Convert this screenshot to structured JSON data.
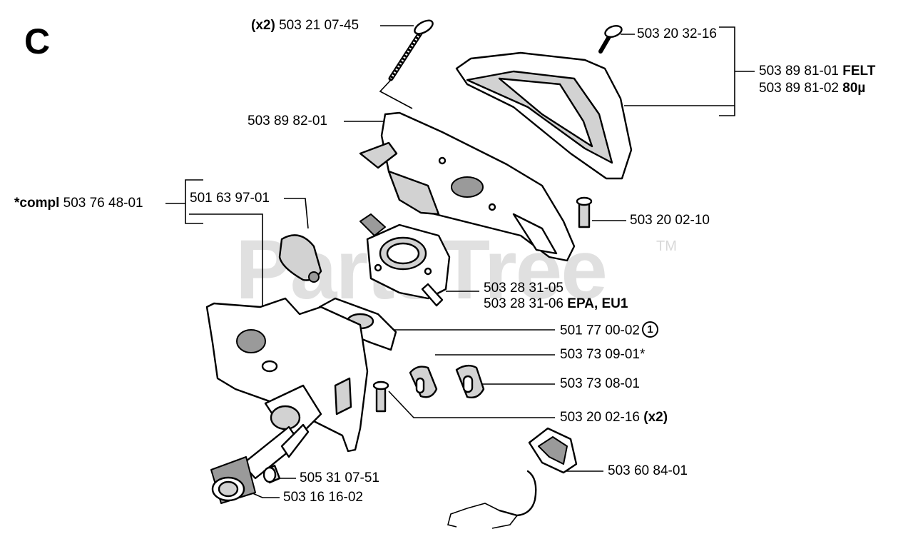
{
  "section_letter": "C",
  "watermark": {
    "text": "PartsTree",
    "tm": "TM"
  },
  "labels": {
    "screw_long": {
      "prefix": "(x2)",
      "number": "503 21 07-45"
    },
    "screw_top": {
      "number": "503 20 32-16"
    },
    "filter_felt": {
      "number": "503 89 81-01",
      "suffix": "FELT"
    },
    "filter_80": {
      "number": "503 89 81-02",
      "suffix": "80µ"
    },
    "filter_holder": {
      "number": "503 89 82-01"
    },
    "compl": {
      "prefix": "*compl",
      "number": "503 76 48-01"
    },
    "choke_part": {
      "number": "501 63 97-01"
    },
    "screw_mid": {
      "number": "503 20 02-10"
    },
    "carb_1": {
      "number": "503 28 31-05"
    },
    "carb_2": {
      "number": "503 28 31-06",
      "suffix": "EPA, EU1"
    },
    "gasket": {
      "number": "501 77 00-02",
      "circle": "1"
    },
    "grommet_1": {
      "number": "503 73 09-01*"
    },
    "grommet_2": {
      "number": "503 73 08-01"
    },
    "screw_bottom": {
      "number": "503 20 02-16",
      "suffix": "(x2)"
    },
    "throttle_rod": {
      "number": "503 60 84-01"
    },
    "bushing": {
      "number": "505 31 07-51"
    },
    "sleeve": {
      "number": "503 16 16-02"
    }
  }
}
